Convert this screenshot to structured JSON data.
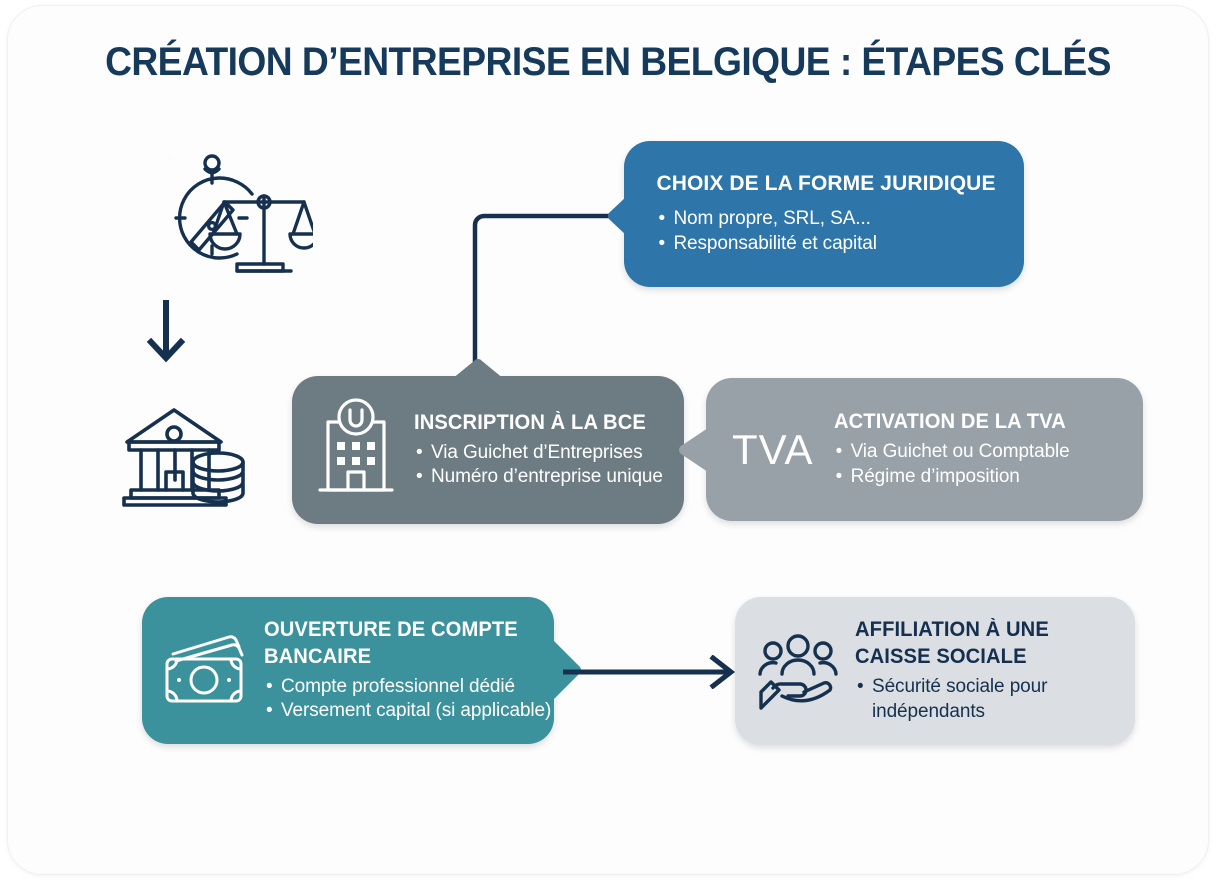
{
  "page": {
    "title": "CRÉATION D’ENTREPRISE EN BELGIQUE : ÉTAPES CLÉS",
    "background": "#ffffff",
    "card_background": "#fdfdfd",
    "title_color": "#153a5b",
    "connector_color": "#16314f"
  },
  "steps": [
    {
      "id": "forme-juridique",
      "title": "CHOIX DE LA FORME JURIDIQUE",
      "bullets": [
        "Nom propre, SRL, SA...",
        "Responsabilité et capital"
      ],
      "color": "#2e75a9",
      "text_color": "#ffffff",
      "icon": "none"
    },
    {
      "id": "inscription-bce",
      "title": "INSCRIPTION À LA BCE",
      "bullets": [
        "Via Guichet d’Entreprises",
        "Numéro d’entreprise unique"
      ],
      "color": "#6d7c82",
      "text_color": "#ffffff",
      "icon": "building-u-icon"
    },
    {
      "id": "activation-tva",
      "title": "ACTIVATION DE LA TVA",
      "bullets": [
        "Via Guichet ou Comptable",
        "Régime d’imposition"
      ],
      "color": "#98a1a8",
      "text_color": "#ffffff",
      "icon": "tva-wordmark",
      "icon_label": "TVA"
    },
    {
      "id": "compte-bancaire",
      "title": "OUVERTURE DE COMPTE BANCAIRE",
      "bullets": [
        "Compte professionnel dédié",
        "Versement capital (si applicable)"
      ],
      "color": "#3c929c",
      "text_color": "#ffffff",
      "icon": "banknotes-icon"
    },
    {
      "id": "caisse-sociale",
      "title": "AFFILIATION À UNE CAISSE SOCIALE",
      "bullets": [
        "Sécurité sociale pour indépendants"
      ],
      "color": "#dbdee2",
      "text_color": "#152f4e",
      "icon": "people-hand-icon"
    }
  ],
  "side_icons": [
    {
      "id": "compass-scales",
      "name": "compass-and-scales-icon",
      "color": "#16314f"
    },
    {
      "id": "bank-coins",
      "name": "bank-and-coins-icon",
      "color": "#16314f"
    }
  ],
  "connectors": [
    {
      "id": "forme-to-bce",
      "name": "elbow-connector",
      "color": "#16314f"
    },
    {
      "id": "banque-to-caisse",
      "name": "arrow-right",
      "color": "#16314f"
    },
    {
      "id": "compass-to-bank",
      "name": "arrow-down",
      "color": "#16314f"
    }
  ]
}
